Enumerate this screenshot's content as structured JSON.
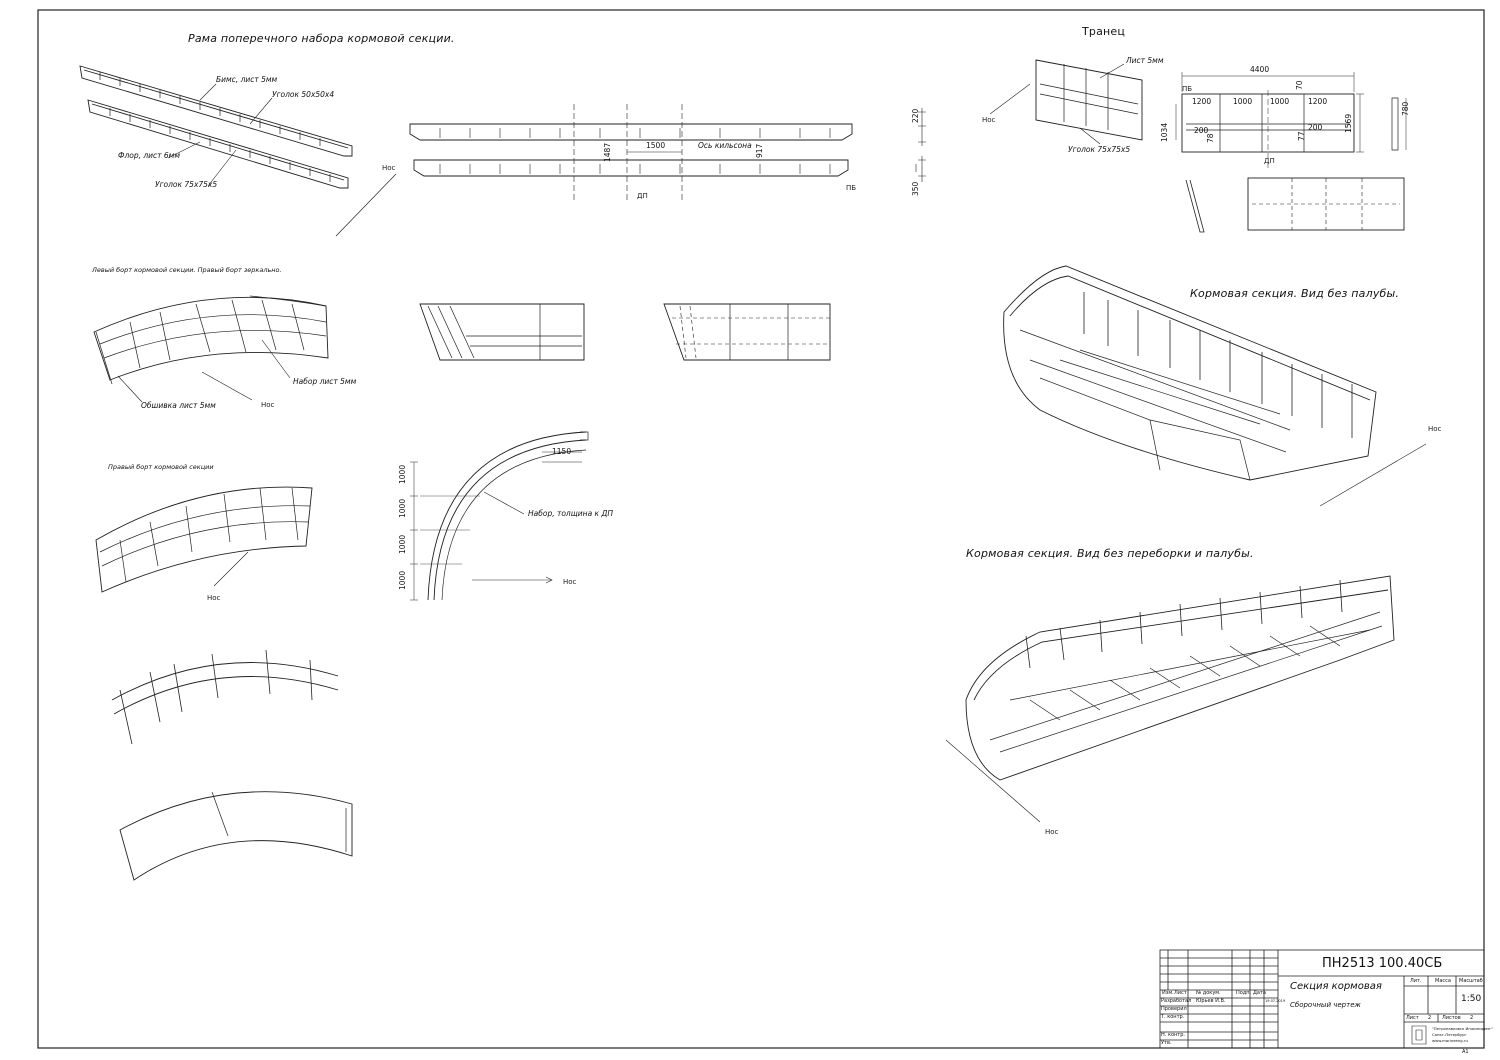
{
  "frame": {
    "title": "Рама поперечного набора кормовой секции.",
    "label_beams": "Бимс, лист 5мм",
    "label_angle_top": "Уголок 50x50x4",
    "label_floor": "Флор, лист 6мм",
    "label_angle_bottom": "Уголок 75x75x5",
    "nos": "Нос"
  },
  "frame_plan": {
    "dim_1500": "1500",
    "keelson_axis": "Ось кильсона",
    "dim_1487": "1487",
    "dim_917": "917",
    "dp": "ДП",
    "pb": "ПБ",
    "dim_220": "220",
    "dim_350": "350"
  },
  "transom": {
    "title": "Транец",
    "label_sheet": "Лист 5мм",
    "label_angle": "Уголок 75x75x5",
    "nos": "Нос",
    "dim_4400": "4400",
    "dim_70": "70",
    "pb": "ПБ",
    "dims_row": [
      "1200",
      "1000",
      "1000",
      "1200"
    ],
    "dim_1034": "1034",
    "dim_200_left": "200",
    "dim_78": "78",
    "dim_77": "77",
    "dim_200_right": "200",
    "dim_1569": "1569",
    "dim_780": "780",
    "dp": "ДП"
  },
  "left_side": {
    "title": "Левый борт кормовой секции. Правый борт зеркально.",
    "label_frame": "Набор лист 5мм",
    "label_plating": "Обшивка лист 5мм",
    "nos": "Нос"
  },
  "right_side": {
    "title": "Правый борт кормовой секции",
    "nos": "Нос"
  },
  "arc": {
    "dim_1150": "1150",
    "label": "Набор, толщина к ДП",
    "dims_vertical": [
      "1000",
      "1000",
      "1000",
      "1000"
    ],
    "nos": "Нос"
  },
  "section_no_deck": {
    "title": "Кормовая секция. Вид без палубы.",
    "nos": "Нос"
  },
  "section_no_bulkhead": {
    "title": "Кормовая секция. Вид без переборки и палубы.",
    "nos": "Нос"
  },
  "title_block": {
    "designation": "ПН2513 100.40СБ",
    "name": "Секция кормовая",
    "doc_type": "Сборочный чертеж",
    "col_izm": "Изм.",
    "col_list": "Лист",
    "col_ndoc": "№ докум.",
    "col_podp": "Подп.",
    "col_data": "Дата",
    "row_razrab": "Разработал",
    "razrab_name": "Юрьев И.В.",
    "razrab_date": "19.07.2019",
    "row_prov": "Проверил",
    "row_tkontr": "Т. контр.",
    "row_nkontr": "Н. контр.",
    "row_utv": "Утв.",
    "col_lit": "Лит.",
    "col_massa": "Масса",
    "col_masshtab": "Масштаб",
    "scale": "1:50",
    "list_label": "Лист",
    "list_value": "2",
    "listov_label": "Листов",
    "listov_value": "2",
    "org_line1": "\"Петропавловск Инжиниринг\"",
    "org_line2": "Санкт-Петербург",
    "org_line3": "www.marineeng.ru",
    "format": "А1"
  }
}
